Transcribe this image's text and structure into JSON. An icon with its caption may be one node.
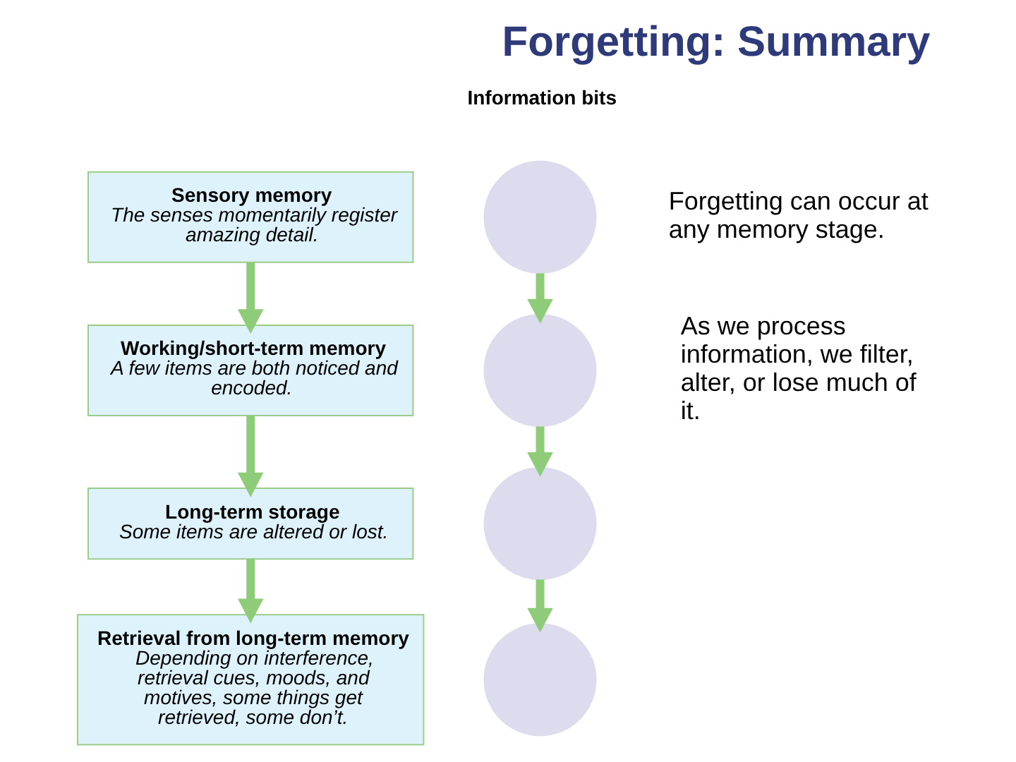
{
  "diagram": {
    "title": "Forgetting: Summary",
    "nodes": [
      {
        "text": [
          "Sensory memory",
          "The senses momentarily register amazing detail."
        ]
      },
      {
        "text": [
          "Working/short-term memory",
          "A few items are both noticed and encoded."
        ]
      },
      {
        "text": [
          "Long-term storage",
          "Some items are altered or lost."
        ]
      },
      {
        "text": [
          "Retrieval from long-term memory",
          "Depending on interference, retrieval cues, moods, and motives, some things get retrieved, some don’t."
        ]
      },
      {
        "text": [],
        "shape": "circle"
      },
      {
        "text": [],
        "shape": "circle"
      },
      {
        "text": [],
        "shape": "circle"
      },
      {
        "text": [],
        "shape": "circle"
      }
    ],
    "edges": [
      {
        "from": 0,
        "to": 1,
        "arrow": "to"
      },
      {
        "from": 1,
        "to": 2,
        "arrow": "to"
      },
      {
        "from": 2,
        "to": 3,
        "arrow": "to"
      },
      {
        "from": 4,
        "to": 5,
        "arrow": "to"
      },
      {
        "from": 5,
        "to": 6,
        "arrow": "to"
      },
      {
        "from": 6,
        "to": 7,
        "arrow": "to"
      }
    ],
    "labels": [
      "Information bits",
      "Forgetting can occur at any memory stage.",
      "As we process information, we filter, alter, or lose much of it."
    ]
  }
}
